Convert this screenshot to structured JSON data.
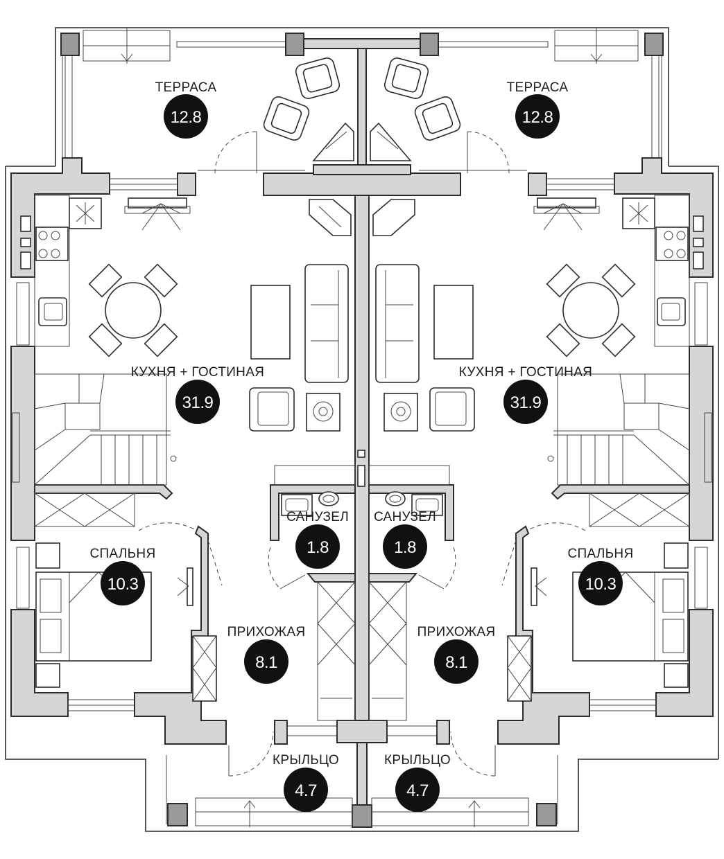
{
  "rooms": {
    "terrace_left": {
      "name": "ТЕРРАСА",
      "area": "12.8"
    },
    "terrace_right": {
      "name": "ТЕРРАСА",
      "area": "12.8"
    },
    "living_left": {
      "name": "КУХНЯ + ГОСТИНАЯ",
      "area": "31.9"
    },
    "living_right": {
      "name": "КУХНЯ + ГОСТИНАЯ",
      "area": "31.9"
    },
    "bath_left": {
      "name": "САНУЗЕЛ",
      "area": "1.8"
    },
    "bath_right": {
      "name": "САНУЗЕЛ",
      "area": "1.8"
    },
    "bedroom_left": {
      "name": "СПАЛЬНЯ",
      "area": "10.3"
    },
    "bedroom_right": {
      "name": "СПАЛЬНЯ",
      "area": "10.3"
    },
    "hall_left": {
      "name": "ПРИХОЖАЯ",
      "area": "8.1"
    },
    "hall_right": {
      "name": "ПРИХОЖАЯ",
      "area": "8.1"
    },
    "porch_left": {
      "name": "КРЫЛЬЦО",
      "area": "4.7"
    },
    "porch_right": {
      "name": "КРЫЛЬЦО",
      "area": "4.7"
    }
  },
  "colors": {
    "wall_fill": "#d6d6d6",
    "badge": "#111111",
    "line": "#2b2b2b"
  }
}
